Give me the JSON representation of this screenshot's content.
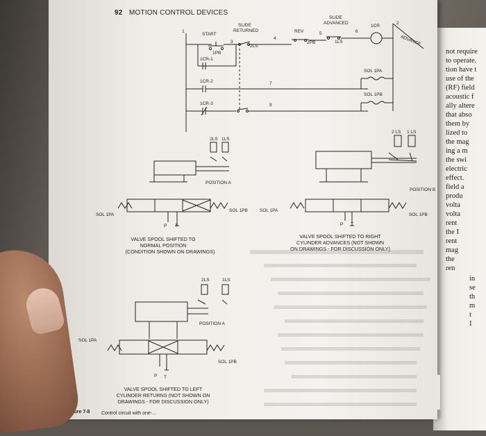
{
  "header": {
    "page_number": "92",
    "title": "MOTION CONTROL DEVICES"
  },
  "ladder": {
    "rung_numbers": [
      "1",
      "2",
      "3",
      "4",
      "5",
      "6",
      "7",
      "9"
    ],
    "start": "START",
    "pb1": "1PB",
    "slide_returned": [
      "SLIDE",
      "RETURNED"
    ],
    "ls2": "2LS",
    "rev": "REV",
    "pb2": "2PB",
    "slide_advanced": [
      "SLIDE",
      "ADVANCED"
    ],
    "ls1": "1LS",
    "cr1": "1CR",
    "advance": "ADVANCE",
    "contact_1cr1": "1CR-1",
    "contact_1cr2": "1CR-2",
    "contact_1cr3": "1CR-3",
    "sol_1pa": "SOL 1PA",
    "sol_1pb": "SOL 1PB"
  },
  "diagram_a": {
    "ls2": "2LS",
    "ls1": "1LS",
    "position": "POSITION A",
    "sol_left": "SOL 1PA",
    "sol_right": "SOL 1PB",
    "p": "P",
    "t": "T",
    "caption": [
      "VALVE SPOOL SHIFTED TO",
      "NORMAL POSITION",
      "(CONDITION SHOWN ON DRAWINGS)"
    ]
  },
  "diagram_b": {
    "ls2": "2 LS",
    "ls1": "1 LS",
    "position": "POSITION B",
    "sol_left": "SOL 1PA",
    "sol_right": "SOL 1PB",
    "p": "P",
    "t": "T",
    "caption": [
      "VALVE SPOOL SHIFTED TO RIGHT",
      "CYLINDER ADVANCES (NOT SHOWN",
      "ON DRAWINGS - FOR DISCUSSION ONLY)"
    ]
  },
  "diagram_c": {
    "ls2": "2LS",
    "ls1": "1LS",
    "position": "POSITION A",
    "sol_left": "SOL 1PA",
    "sol_right": "SOL 1PB",
    "p": "P",
    "t": "T",
    "caption": [
      "VALVE SPOOL SHIFTED TO LEFT",
      "CYLINDER RETURNS (NOT SHOWN ON",
      "DRAWINGS - FOR DISCUSSION ONLY)"
    ]
  },
  "figure_caption": {
    "label": "Figure 7-8",
    "text": "Control circuit with one-..."
  },
  "facing_page": {
    "lines": [
      "not require",
      "to operate.",
      "tion have t",
      "use of the",
      "(RF) field",
      "acoustic f",
      "ally altere",
      "that abso",
      "them by",
      "lized to",
      "the mag",
      "ing a m",
      "the swi",
      "electric",
      "effect.",
      "field a",
      "produ",
      "volta",
      "volta",
      "rent",
      "the I",
      "rent",
      "mag",
      "the",
      "ren"
    ],
    "lines2": [
      "in",
      "se",
      "th",
      "m",
      "t",
      "I"
    ]
  },
  "colors": {
    "ink": "#222222",
    "paper": "#f2f0ec"
  }
}
